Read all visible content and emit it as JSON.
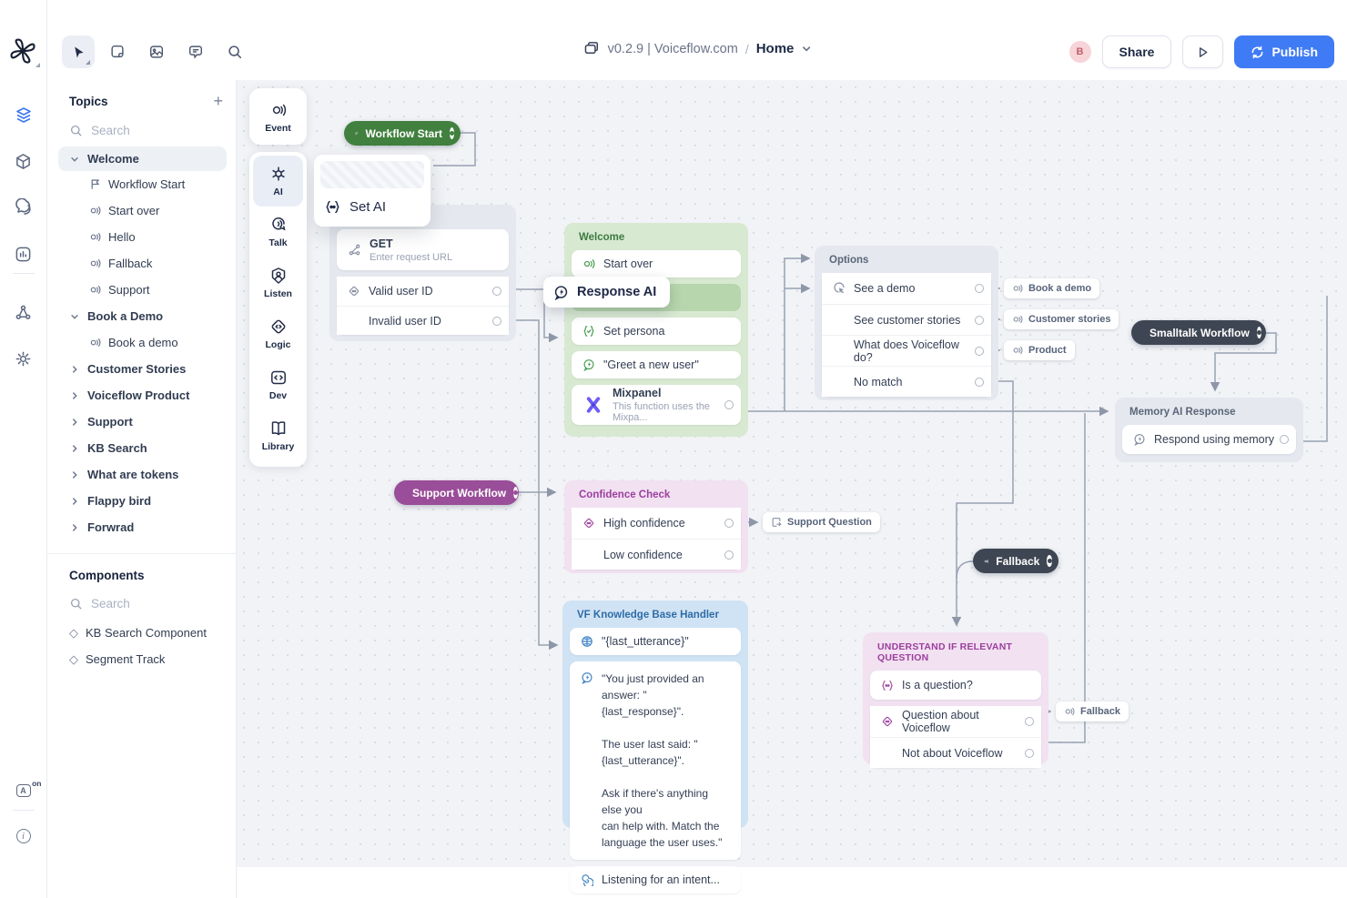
{
  "colors": {
    "accent_blue": "#3f7bf5",
    "canvas_bg": "#f1f3f6",
    "green_node": "#d8e9d2",
    "green_pill": "#41803e",
    "purple_pill": "#9a4d98",
    "dark_pill": "#3f4653",
    "pink_node": "#f1e1f1",
    "blue_node": "#d0e3f4",
    "wire": "#97a1b2",
    "avatar_bg": "#f6d4d8"
  },
  "topbar": {
    "version": "v0.2.9 | Voiceflow.com",
    "separator": "/",
    "page": "Home",
    "avatar": "B",
    "share_label": "Share",
    "publish_label": "Publish"
  },
  "sidebar": {
    "topics_title": "Topics",
    "add_label": "+",
    "search_placeholder": "Search",
    "tree": [
      {
        "label": "Welcome"
      },
      {
        "label": "Workflow Start"
      },
      {
        "label": "Start over"
      },
      {
        "label": "Hello"
      },
      {
        "label": "Fallback"
      },
      {
        "label": "Support"
      },
      {
        "label": "Book a Demo"
      },
      {
        "label": "Book a demo"
      },
      {
        "label": "Customer Stories"
      },
      {
        "label": "Voiceflow Product"
      },
      {
        "label": "Support"
      },
      {
        "label": "KB Search"
      },
      {
        "label": "What are tokens"
      },
      {
        "label": "Flappy bird"
      },
      {
        "label": "Forwrad"
      }
    ],
    "components_title": "Components",
    "components": [
      {
        "label": "KB Search Component"
      },
      {
        "label": "Segment Track"
      }
    ]
  },
  "toolbar": {
    "event": "Event",
    "ai": "AI",
    "talk": "Talk",
    "listen": "Listen",
    "logic": "Logic",
    "dev": "Dev",
    "library": "Library"
  },
  "popover": {
    "set_ai": "Set AI"
  },
  "canvas": {
    "workflow_start": "Workflow Start",
    "get_node": {
      "method": "GET",
      "subtitle": "Enter request URL",
      "valid": "Valid user ID",
      "invalid": "Invalid user ID"
    },
    "welcome": {
      "title": "Welcome",
      "start_over": "Start over",
      "set_persona": "Set persona",
      "greet": "\"Greet a new user\"",
      "mixpanel_title": "Mixpanel",
      "mixpanel_sub": "This function uses the Mixpa..."
    },
    "response_ai": "Response AI",
    "options": {
      "title": "Options",
      "row1": "See a demo",
      "row2": "See customer stories",
      "row3": "What does Voiceflow do?",
      "row4": "No match"
    },
    "labels": {
      "book_a_demo": "Book a demo",
      "customer_stories": "Customer stories",
      "product": "Product",
      "support_question": "Support Question",
      "fallback": "Fallback"
    },
    "smalltalk": "Smalltalk Workflow",
    "memory": {
      "title": "Memory AI Response",
      "row": "Respond using memory"
    },
    "support_workflow": "Support Workflow",
    "confidence": {
      "title": "Confidence Check",
      "high": "High confidence",
      "low": "Low confidence"
    },
    "kb": {
      "title": "VF Knowledge Base Handler",
      "utterance": "\"{last_utterance}\"",
      "prompt": "\"You just provided an answer: \"\n{last_response}\".\n\nThe user last said: \"\n{last_utterance}\".\n\nAsk if there's anything else you\ncan help with. Match the\nlanguage the user uses.\"",
      "listening": "Listening for an intent..."
    },
    "fallback_pill": "Fallback",
    "understand": {
      "title": "UNDERSTAND IF RELEVANT QUESTION",
      "q": "Is a question?",
      "about": "Question about Voiceflow",
      "not_about": "Not about Voiceflow"
    }
  }
}
